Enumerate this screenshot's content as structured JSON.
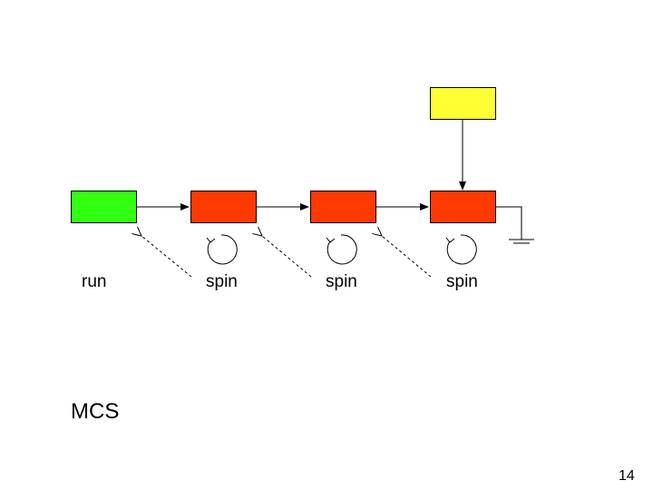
{
  "colors": {
    "run_node": "#33ff11",
    "spin_node": "#ff3a00",
    "waiting_node": "#ffff33",
    "stroke": "#000000"
  },
  "nodes": [
    {
      "name": "queue-node-run",
      "state": "running"
    },
    {
      "name": "queue-node-spin-1",
      "state": "spinning"
    },
    {
      "name": "queue-node-spin-2",
      "state": "spinning"
    },
    {
      "name": "queue-node-spin-3",
      "state": "spinning"
    },
    {
      "name": "queue-node-new",
      "state": "enqueuing"
    }
  ],
  "labels": {
    "run": "run",
    "spin_1": "spin",
    "spin_2": "spin",
    "spin_3": "spin"
  },
  "title": "MCS",
  "page_number": "14"
}
